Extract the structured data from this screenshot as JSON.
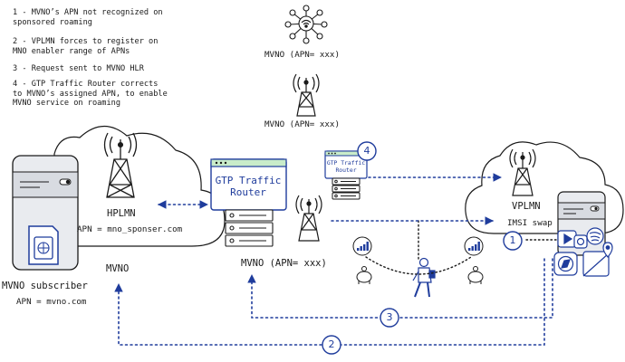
{
  "notes": [
    "1 - MVNO’s APN not recognized on\nsponsored roaming",
    "2 - VPLMN forces to register on\nMNO enabler range of APNs",
    "3 - Request sent to MVNO HLR",
    "4 - GTP Traffic Router corrects\nto MVNO’s assigned APN, to enable\nMVNO service on roaming"
  ],
  "labels": {
    "mvno_top": "MVNO (APN= xxx)",
    "mvno_mid": "MVNO (APN= xxx)",
    "mvno_center": "MVNO (APN= xxx)",
    "hplmn": "HPLMN",
    "hplmn_apn": "APN = mno_sponser.com",
    "mvno": "MVNO",
    "subscriber": "MVNO subscriber",
    "subscriber_apn": "APN = mvno.com",
    "vplmn": "VPLMN",
    "imsi_swap": "IMSI swap",
    "gtp_router_big": "GTP Traffic\nRouter",
    "gtp_router_small": "GTP Traffic\nRouter"
  },
  "steps": [
    "1",
    "2",
    "3",
    "4"
  ],
  "colors": {
    "accent": "#1f3c9c",
    "ink": "#1a1a1a",
    "panel": "#e9ebef",
    "device": "#d8dbe1",
    "router_bar": "#c9ecc9"
  }
}
